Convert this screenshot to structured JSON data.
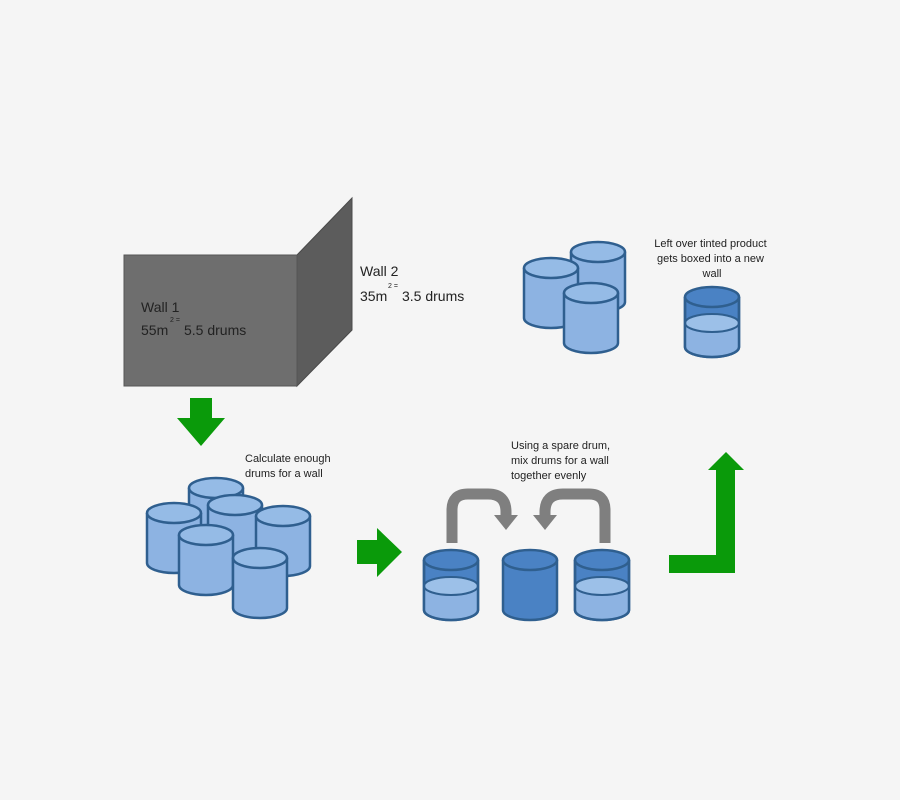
{
  "diagram": {
    "wall1": {
      "title": "Wall 1",
      "area": "55m",
      "sup": "2 =",
      "drums": "5.5 drums"
    },
    "wall2": {
      "title": "Wall 2",
      "area": "35m",
      "sup": "2 =",
      "drums": "3.5 drums"
    },
    "step1_caption": [
      "Calculate enough",
      "drums for a wall"
    ],
    "step2_caption": [
      "Using a spare drum,",
      "mix drums for a wall",
      "together evenly"
    ],
    "step3_caption": [
      "Left over tinted product",
      "gets boxed into a new",
      "wall"
    ],
    "colors": {
      "wall_front": "#6e6e6e",
      "wall_side": "#5c5c5c",
      "drum_light": "#8db3e2",
      "drum_dark": "#4a82c4",
      "drum_stroke": "#2f5f8f",
      "arrow_green": "#0a9a0a",
      "arrow_gray": "#7f7f7f"
    }
  }
}
